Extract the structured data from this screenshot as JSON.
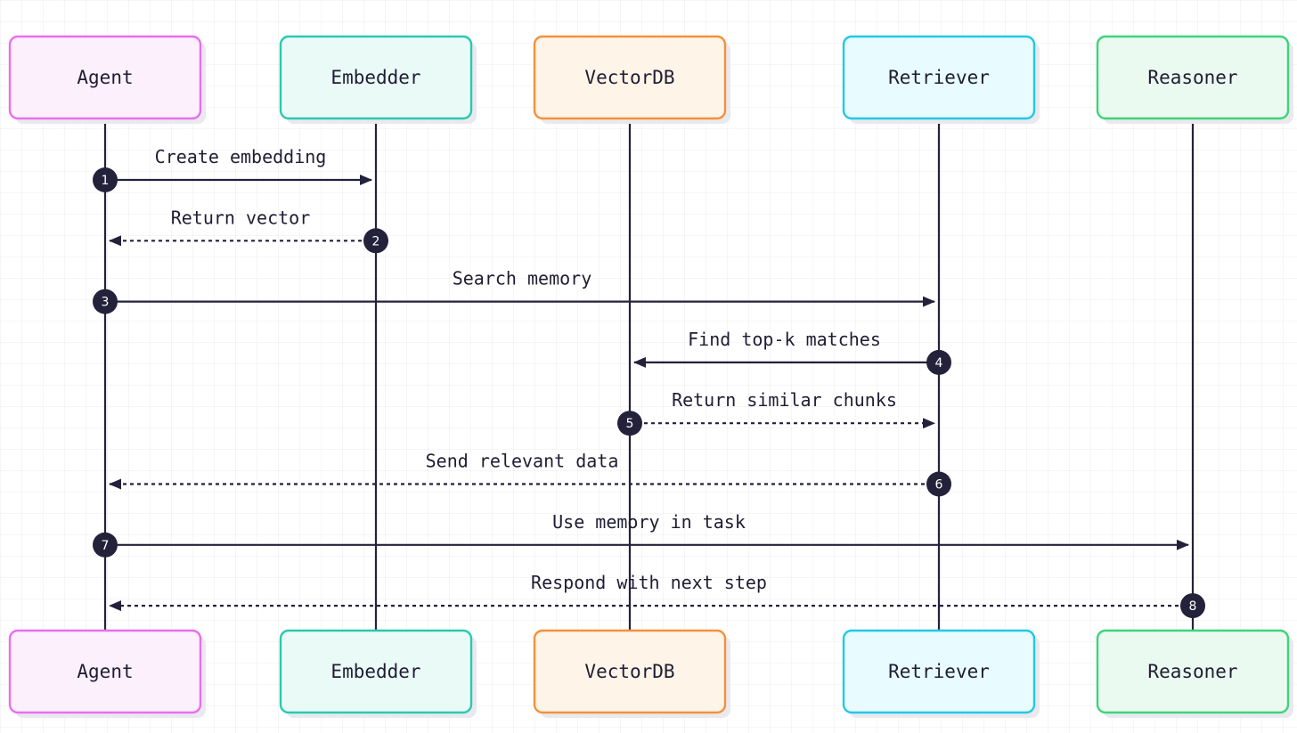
{
  "participants": [
    {
      "id": "agent",
      "label": "Agent",
      "border": "#e86ef0",
      "fill": "#fcf0fd"
    },
    {
      "id": "embedder",
      "label": "Embedder",
      "border": "#2ac9b0",
      "fill": "#eafbf7"
    },
    {
      "id": "vectordb",
      "label": "VectorDB",
      "border": "#f3913b",
      "fill": "#fff4e8"
    },
    {
      "id": "retriever",
      "label": "Retriever",
      "border": "#22c8e8",
      "fill": "#e8fbfe"
    },
    {
      "id": "reasoner",
      "label": "Reasoner",
      "border": "#3ed47a",
      "fill": "#ebfaf0"
    }
  ],
  "messages": [
    {
      "step": "1",
      "label": "Create embedding",
      "from": "agent",
      "to": "embedder",
      "style": "solid"
    },
    {
      "step": "2",
      "label": "Return vector",
      "from": "embedder",
      "to": "agent",
      "style": "dotted"
    },
    {
      "step": "3",
      "label": "Search memory",
      "from": "agent",
      "to": "retriever",
      "style": "solid"
    },
    {
      "step": "4",
      "label": "Find top-k matches",
      "from": "retriever",
      "to": "vectordb",
      "style": "solid"
    },
    {
      "step": "5",
      "label": "Return similar chunks",
      "from": "vectordb",
      "to": "retriever",
      "style": "dotted"
    },
    {
      "step": "6",
      "label": "Send relevant data",
      "from": "retriever",
      "to": "agent",
      "style": "dotted"
    },
    {
      "step": "7",
      "label": "Use memory in task",
      "from": "agent",
      "to": "reasoner",
      "style": "solid"
    },
    {
      "step": "8",
      "label": "Respond with next step",
      "from": "reasoner",
      "to": "agent",
      "style": "dotted"
    }
  ],
  "colors": {
    "line": "#24213b",
    "badge": "#24213b",
    "badge_text": "#ffffff",
    "shadow": "#e9e9ee"
  }
}
